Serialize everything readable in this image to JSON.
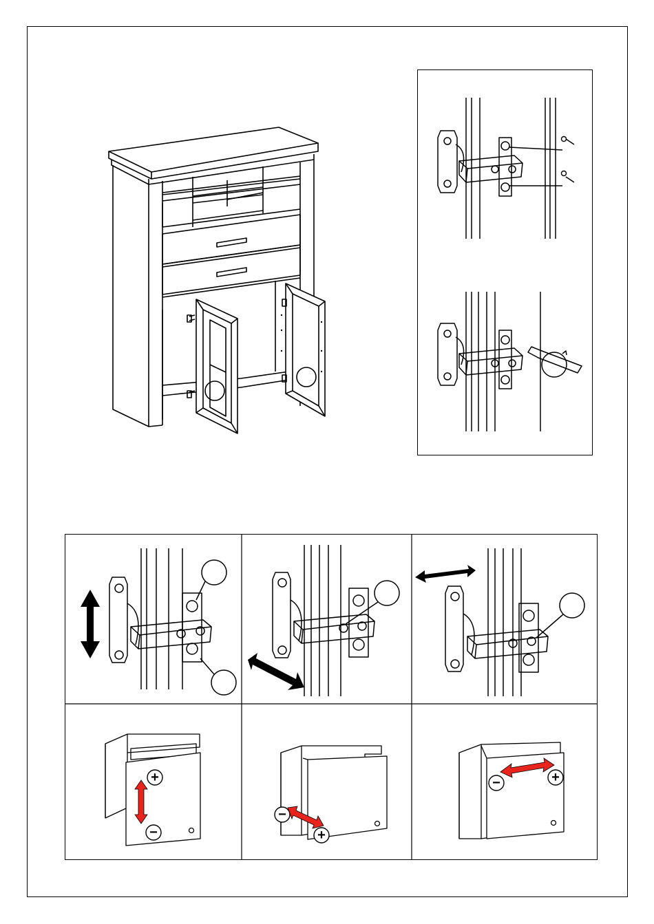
{
  "document": {
    "type": "assembly-instruction",
    "sections": [
      {
        "name": "cabinet-overview"
      },
      {
        "name": "hinge-mounting-steps",
        "steps": 2
      },
      {
        "name": "hinge-adjustment-grid",
        "columns": 3,
        "rows": 2
      }
    ]
  },
  "adjustments": [
    {
      "axis": "vertical",
      "plus_symbol": "+",
      "minus_symbol": "−",
      "arrow_color": "#e8241c"
    },
    {
      "axis": "depth",
      "plus_symbol": "+",
      "minus_symbol": "−",
      "arrow_color": "#e8241c"
    },
    {
      "axis": "lateral",
      "plus_symbol": "+",
      "minus_symbol": "−",
      "arrow_color": "#e8241c"
    }
  ],
  "colors": {
    "line": "#000000",
    "accent_arrow": "#e8241c"
  }
}
